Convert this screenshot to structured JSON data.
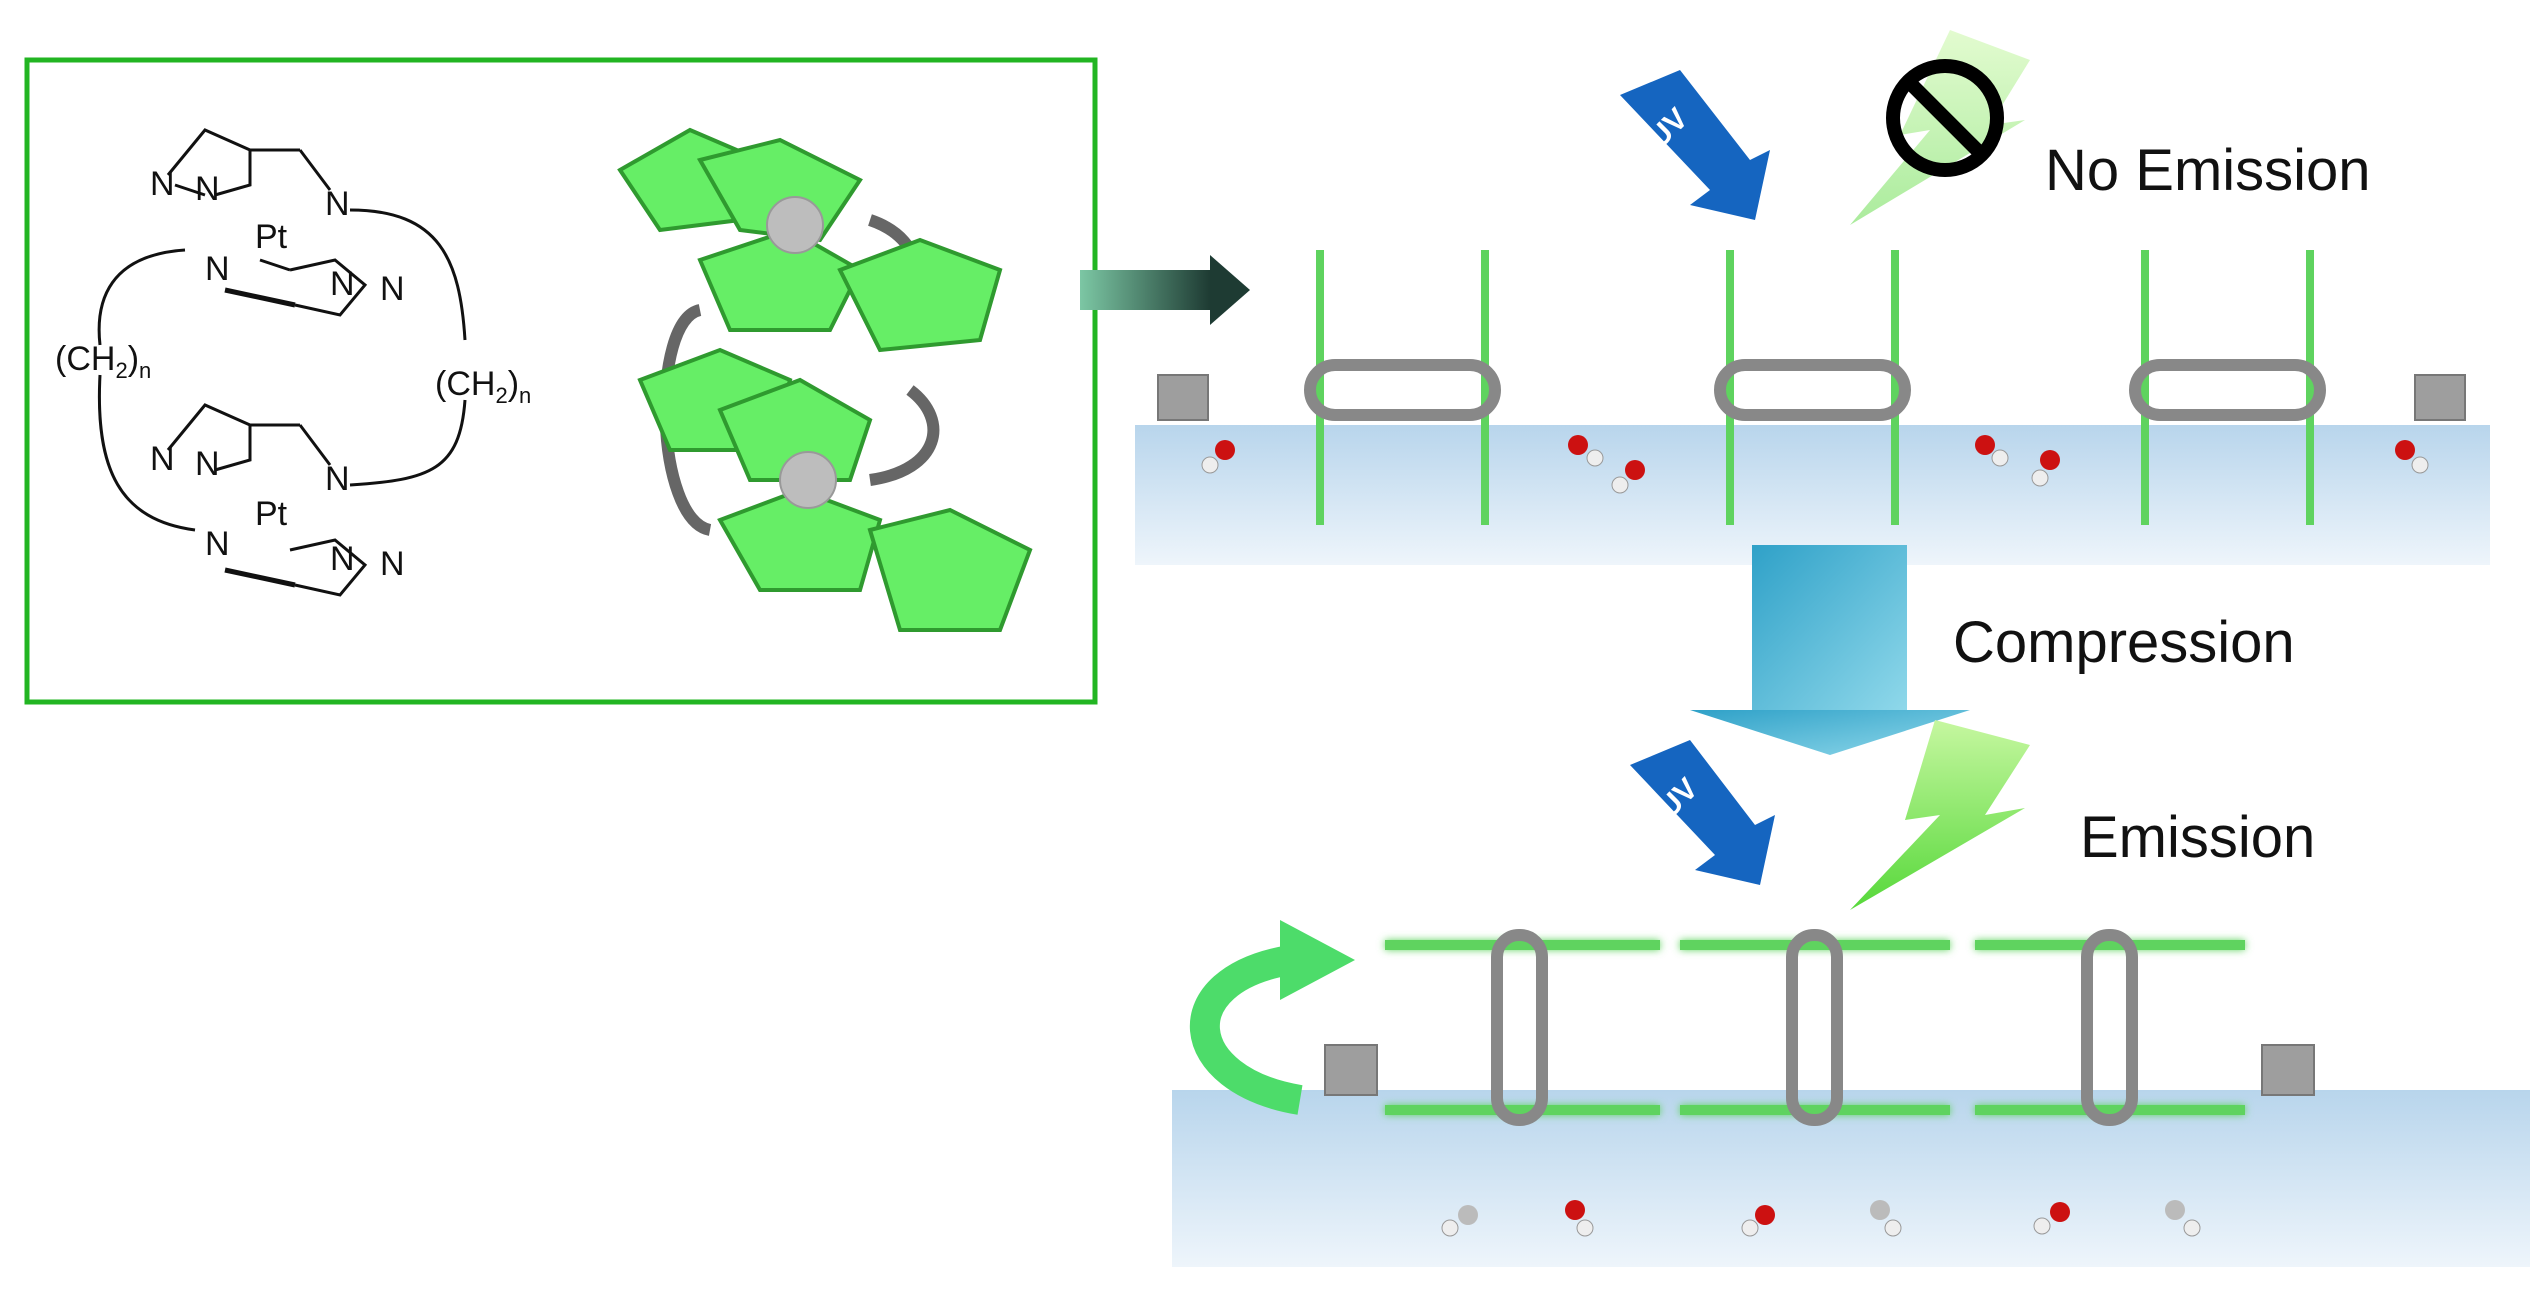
{
  "labels": {
    "no_emission": "No Emission",
    "compression": "Compression",
    "emission": "Emission",
    "uv_top": "UV",
    "uv_bottom": "UV"
  },
  "structure": {
    "atom_pt_top": "Pt",
    "atom_pt_bottom": "Pt",
    "atom_n": "N",
    "linker_left": "(CH",
    "linker_right": "(CH",
    "linker_sub_2": "2",
    "linker_sub_n": "n"
  },
  "colors": {
    "frame_green": "#22b522",
    "molecule_green": "#66ee66",
    "uv_blue": "#1565c0",
    "water_blue": "#cfe3f2",
    "compression_arrow": "#4fb5d5",
    "lightning_green": "#8ff05a",
    "oxygen_red": "#cc1111"
  },
  "icons": [
    "uv-arrow-icon",
    "no-symbol-icon",
    "lightning-icon",
    "rotate-arrow-icon"
  ]
}
